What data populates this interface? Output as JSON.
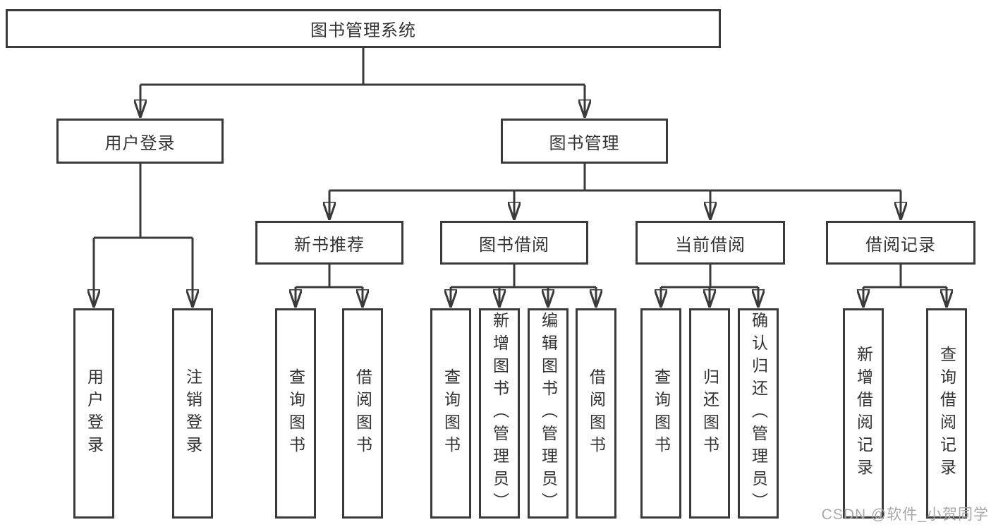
{
  "diagram_title": "图书管理系统",
  "tree": {
    "root": {
      "label": "图书管理系统",
      "children": [
        {
          "label": "用户登录",
          "children": [
            {
              "label": "用户登录"
            },
            {
              "label": "注销登录"
            }
          ]
        },
        {
          "label": "图书管理",
          "children": [
            {
              "label": "新书推荐",
              "children": [
                {
                  "label": "查询图书"
                },
                {
                  "label": "借阅图书"
                }
              ]
            },
            {
              "label": "图书借阅",
              "children": [
                {
                  "label": "查询图书"
                },
                {
                  "label": "新增图书（管理员）"
                },
                {
                  "label": "编辑图书（管理员）"
                },
                {
                  "label": "借阅图书"
                }
              ]
            },
            {
              "label": "当前借阅",
              "children": [
                {
                  "label": "查询图书"
                },
                {
                  "label": "归还图书"
                },
                {
                  "label": "确认归还（管理员）"
                }
              ]
            },
            {
              "label": "借阅记录",
              "children": [
                {
                  "label": "新增借阅记录"
                },
                {
                  "label": "查询借阅记录"
                }
              ]
            }
          ]
        }
      ]
    }
  },
  "watermark": {
    "text": "CSDN @软件_小贺同学",
    "color": "#a8a8a8"
  },
  "colors": {
    "line": "#3a3a3a",
    "box_border": "#3a3a3a",
    "box_fill": "#ffffff",
    "text": "#333333",
    "background": "#ffffff"
  }
}
